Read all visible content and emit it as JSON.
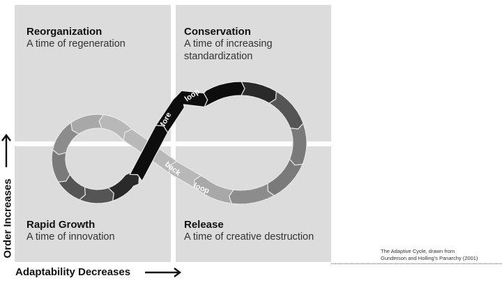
{
  "quadrants": {
    "top_left": {
      "title": "Reorganization",
      "subtitle": "A time of regeneration"
    },
    "top_right": {
      "title": "Conservation",
      "subtitle_line1": "A time of increasing",
      "subtitle_line2": "standardization"
    },
    "bottom_left": {
      "title": "Rapid Growth",
      "subtitle": "A time of innovation"
    },
    "bottom_right": {
      "title": "Release",
      "subtitle": "A time of creative destruction"
    }
  },
  "axes": {
    "y_label": "Order Increases",
    "x_label": "Adaptability Decreases"
  },
  "loop_labels": {
    "fore": "fore",
    "fore_loop": "loop",
    "back": "back",
    "back_loop": "loop"
  },
  "loop_colors": {
    "fore_loop": "#0d0d0d",
    "dark": "#2a2a2a",
    "dark_mid": "#555555",
    "mid": "#7a7a7a",
    "mid_light": "#8c8c8c",
    "light": "#a8a8a8",
    "back_loop": "#b8b8b8",
    "panel": "#dcdcdc"
  },
  "caption": {
    "line1": "The Adaptive Cycle, drawn from",
    "line2": "Gunderson and Holling's Panarchy (2001)"
  }
}
